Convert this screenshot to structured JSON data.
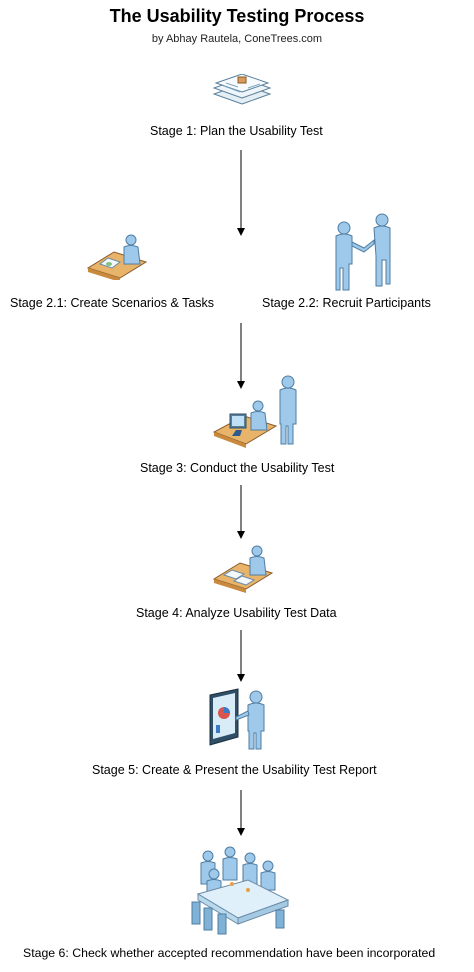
{
  "title": "The Usability Testing Process",
  "byline": "by Abhay Rautela, ConeTrees.com",
  "stages": {
    "s1": {
      "label": "Stage 1: Plan the Usability Test",
      "icon": "document-stack-icon"
    },
    "s21": {
      "label": "Stage 2.1: Create Scenarios & Tasks",
      "icon": "person-at-desk-icon"
    },
    "s22": {
      "label": "Stage 2.2: Recruit Participants",
      "icon": "handshake-icon"
    },
    "s3": {
      "label": "Stage 3: Conduct the Usability Test",
      "icon": "computer-user-observer-icon"
    },
    "s4": {
      "label": "Stage 4: Analyze Usability Test Data",
      "icon": "person-analyzing-papers-icon"
    },
    "s5": {
      "label": "Stage 5: Create & Present the Usability Test Report",
      "icon": "presenter-board-icon"
    },
    "s6": {
      "label": "Stage 6: Check whether accepted recommendation have been incorporated",
      "icon": "meeting-table-icon"
    }
  },
  "colors": {
    "person": "#9ec9ea",
    "desk": "#e8b46a",
    "paper": "#eef6fb",
    "arrow": "#000000"
  }
}
